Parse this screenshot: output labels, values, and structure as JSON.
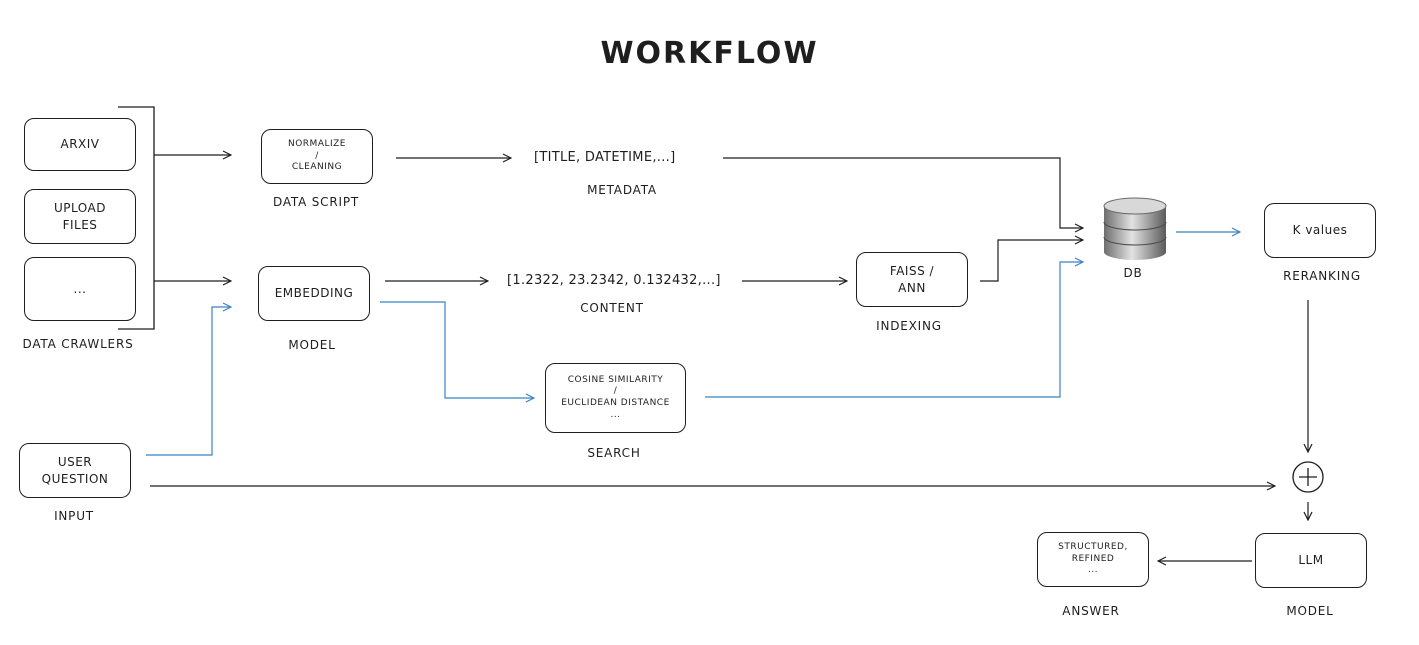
{
  "title": "WORKFLOW",
  "crawlers": {
    "arxiv": "ARXIV",
    "upload": [
      "UPLOAD",
      "FILES"
    ],
    "more": "...",
    "label": "DATA CRAWLERS"
  },
  "script": {
    "box": [
      "NORMALIZE",
      "/",
      "CLEANING"
    ],
    "label": "DATA SCRIPT"
  },
  "metadata": {
    "value": "[TITLE, DATETIME,...]",
    "label": "METADATA"
  },
  "embedding": {
    "box": "EMBEDDING",
    "label": "MODEL"
  },
  "content": {
    "value": "[1.2322, 23.2342, 0.132432,...]",
    "label": "CONTENT"
  },
  "indexing": {
    "box": [
      "FAISS /",
      "ANN"
    ],
    "label": "INDEXING"
  },
  "db": {
    "label": "DB"
  },
  "reranking": {
    "box": "K values",
    "label": "RERANKING"
  },
  "search": {
    "box": [
      "COSINE SIMILARITY",
      "/",
      "EUCLIDEAN DISTANCE",
      "..."
    ],
    "label": "SEARCH"
  },
  "input": {
    "box": [
      "USER",
      "QUESTION"
    ],
    "label": "INPUT"
  },
  "llm": {
    "box": "LLM",
    "label": "MODEL"
  },
  "answer": {
    "box": [
      "STRUCTURED,",
      "REFINED",
      "..."
    ],
    "label": "ANSWER"
  },
  "colors": {
    "ink": "#1e1e1e",
    "blue_flow": "#3b82c4",
    "db_gray": "#9a9a9a"
  },
  "icons": {
    "database": "database-icon",
    "combine": "plus-circle-icon"
  }
}
